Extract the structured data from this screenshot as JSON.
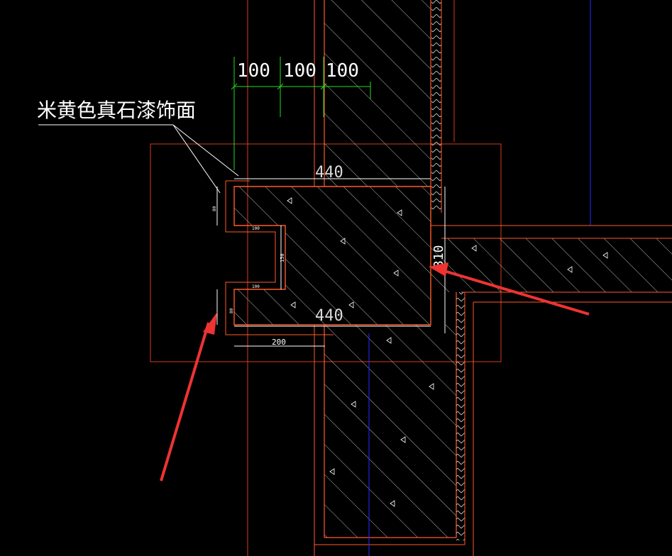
{
  "annotation": {
    "label": "米黄色真石漆饰面"
  },
  "dimensions": {
    "top_spacing": [
      "100",
      "100",
      "100"
    ],
    "width_upper": "440",
    "width_lower": "440",
    "right_height": "310",
    "bottom_width": "200",
    "notch_upper_depth": "100",
    "notch_lower_depth": "100",
    "notch_height": "150",
    "ledge_upper_thickness": "80",
    "ledge_lower_thickness": "80"
  },
  "colors": {
    "background": "#000000",
    "outline": "#ff5a2a",
    "hatch": "#cfcfcf",
    "dim_green": "#22dd22",
    "dim_white": "#ffffff",
    "axis_blue": "#2a2aff",
    "arrow_red": "#ee3333",
    "frame": "#d23c1e"
  }
}
